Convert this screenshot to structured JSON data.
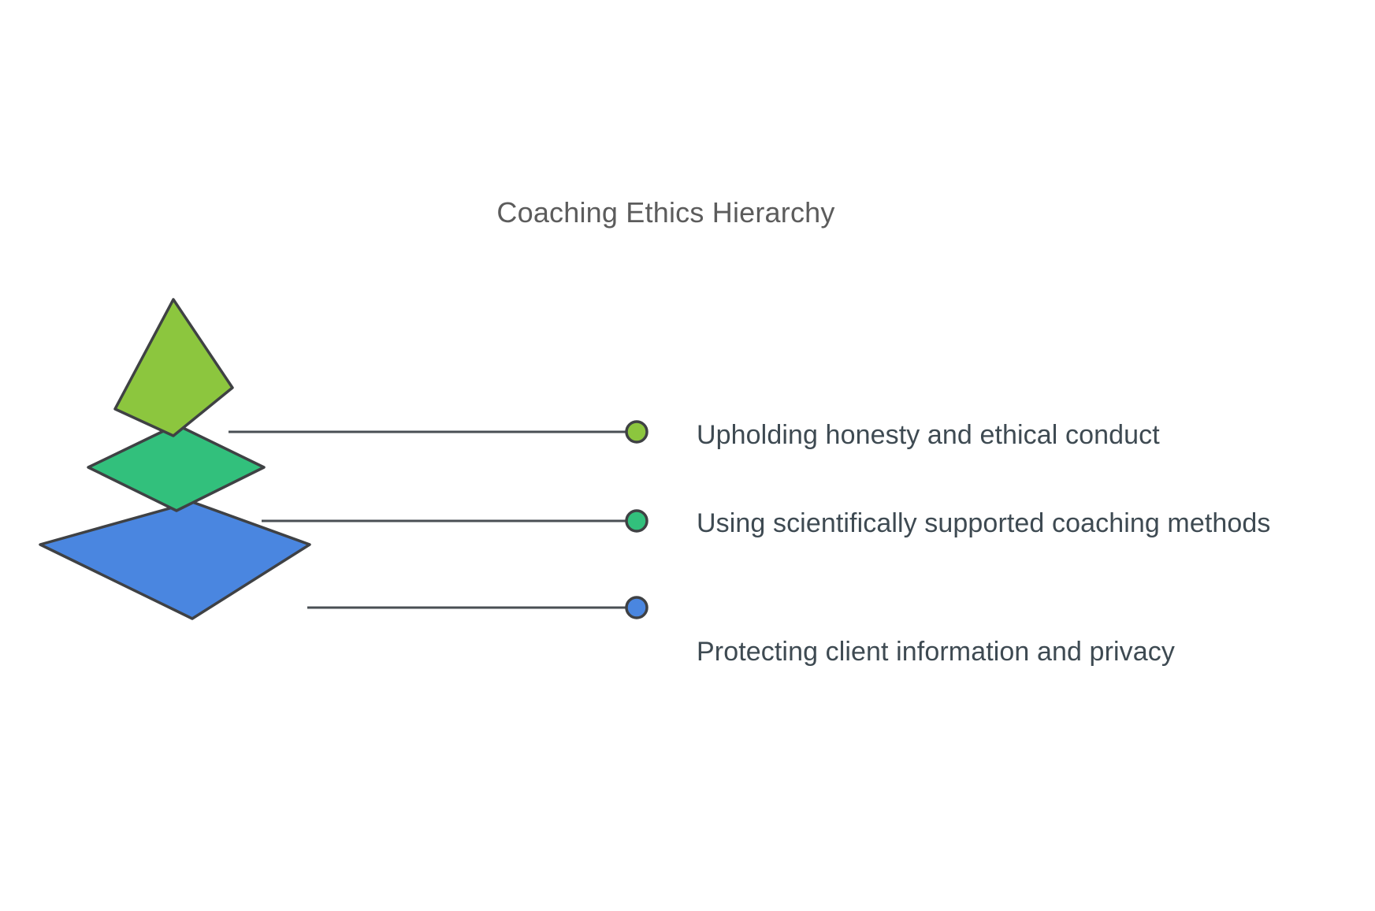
{
  "title": "Coaching Ethics Hierarchy",
  "background_color": "#ffffff",
  "title_color": "#5c5c5c",
  "label_color": "#3e4a52",
  "stroke_color": "#3f4144",
  "connector_color": "#4a4f54",
  "chart_data": {
    "type": "diagram",
    "diagram_kind": "pyramid-hierarchy",
    "title": "Coaching Ethics Hierarchy",
    "orientation": "vertical-stacked-diamonds",
    "legend_position": "right",
    "levels": [
      {
        "rank": 1,
        "position": "top",
        "label": "Upholding honesty and ethical conduct",
        "color": "#8cc63e",
        "marker": "dot",
        "shape": "triangle"
      },
      {
        "rank": 2,
        "position": "middle",
        "label": "Using scientifically supported coaching methods",
        "color": "#32c07c",
        "marker": "dot",
        "shape": "diamond"
      },
      {
        "rank": 3,
        "position": "bottom",
        "label": "Protecting client information and privacy",
        "color": "#4a86e0",
        "marker": "dot",
        "shape": "diamond"
      }
    ]
  }
}
